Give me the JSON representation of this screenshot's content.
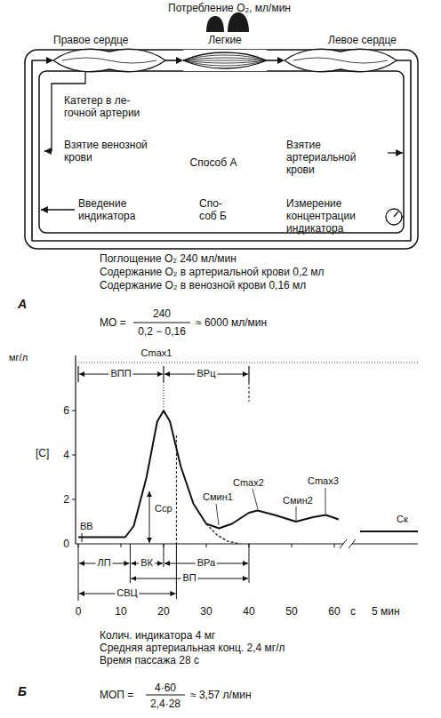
{
  "diagram": {
    "nodes": [
      {
        "text": [
          "Правое сердце"
        ]
      },
      {
        "text": [
          "Легкие"
        ]
      },
      {
        "text": [
          "Левое сердце"
        ]
      }
    ],
    "edges": [
      {
        "from": 0,
        "to": 1,
        "arrow": "to"
      },
      {
        "from": 1,
        "to": 2,
        "arrow": "to"
      },
      {
        "from": 2,
        "to": 0,
        "arrow": "to"
      }
    ],
    "labels": [
      "Потребление O₂, мл/мин",
      "Катетер в ле- гочной артерии",
      "Взятие венозной крови",
      "Способ А",
      "Взятие артериальной крови",
      "Введение индикатора",
      "Спо- соб Б",
      "Измерение концентрации индикатора",
      "Поглощение O₂ 240 мл/мин",
      "Содержание O₂ в артериальной крови 0,2 мл",
      "Содержание O₂ в венозной крови 0,16 мл",
      "А",
      "МО =",
      "240",
      "0,2 − 0,16",
      "≈ 6000 мл/мин",
      "мг/л",
      "Cmax1",
      "ВПП",
      "ВРц",
      "6",
      "4",
      "[C]",
      "Cср",
      "2",
      "Cмин1",
      "Cmax2",
      "Cмин2",
      "Cmax3",
      "ВВ",
      "0",
      "Cк",
      "ЛП",
      "ВК",
      "ВРа",
      "ВП",
      "СВЦ",
      "0",
      "10",
      "20",
      "30",
      "40",
      "50",
      "60",
      "с",
      "5 мин",
      "Колич. индикатора 4 мг",
      "Средняя артериальная конц. 2,4 мг/л",
      "Время пассажа 28 с",
      "Б",
      "МОП =",
      "4·60",
      "2,4·28",
      "≈ 3,57 л/мин"
    ]
  }
}
